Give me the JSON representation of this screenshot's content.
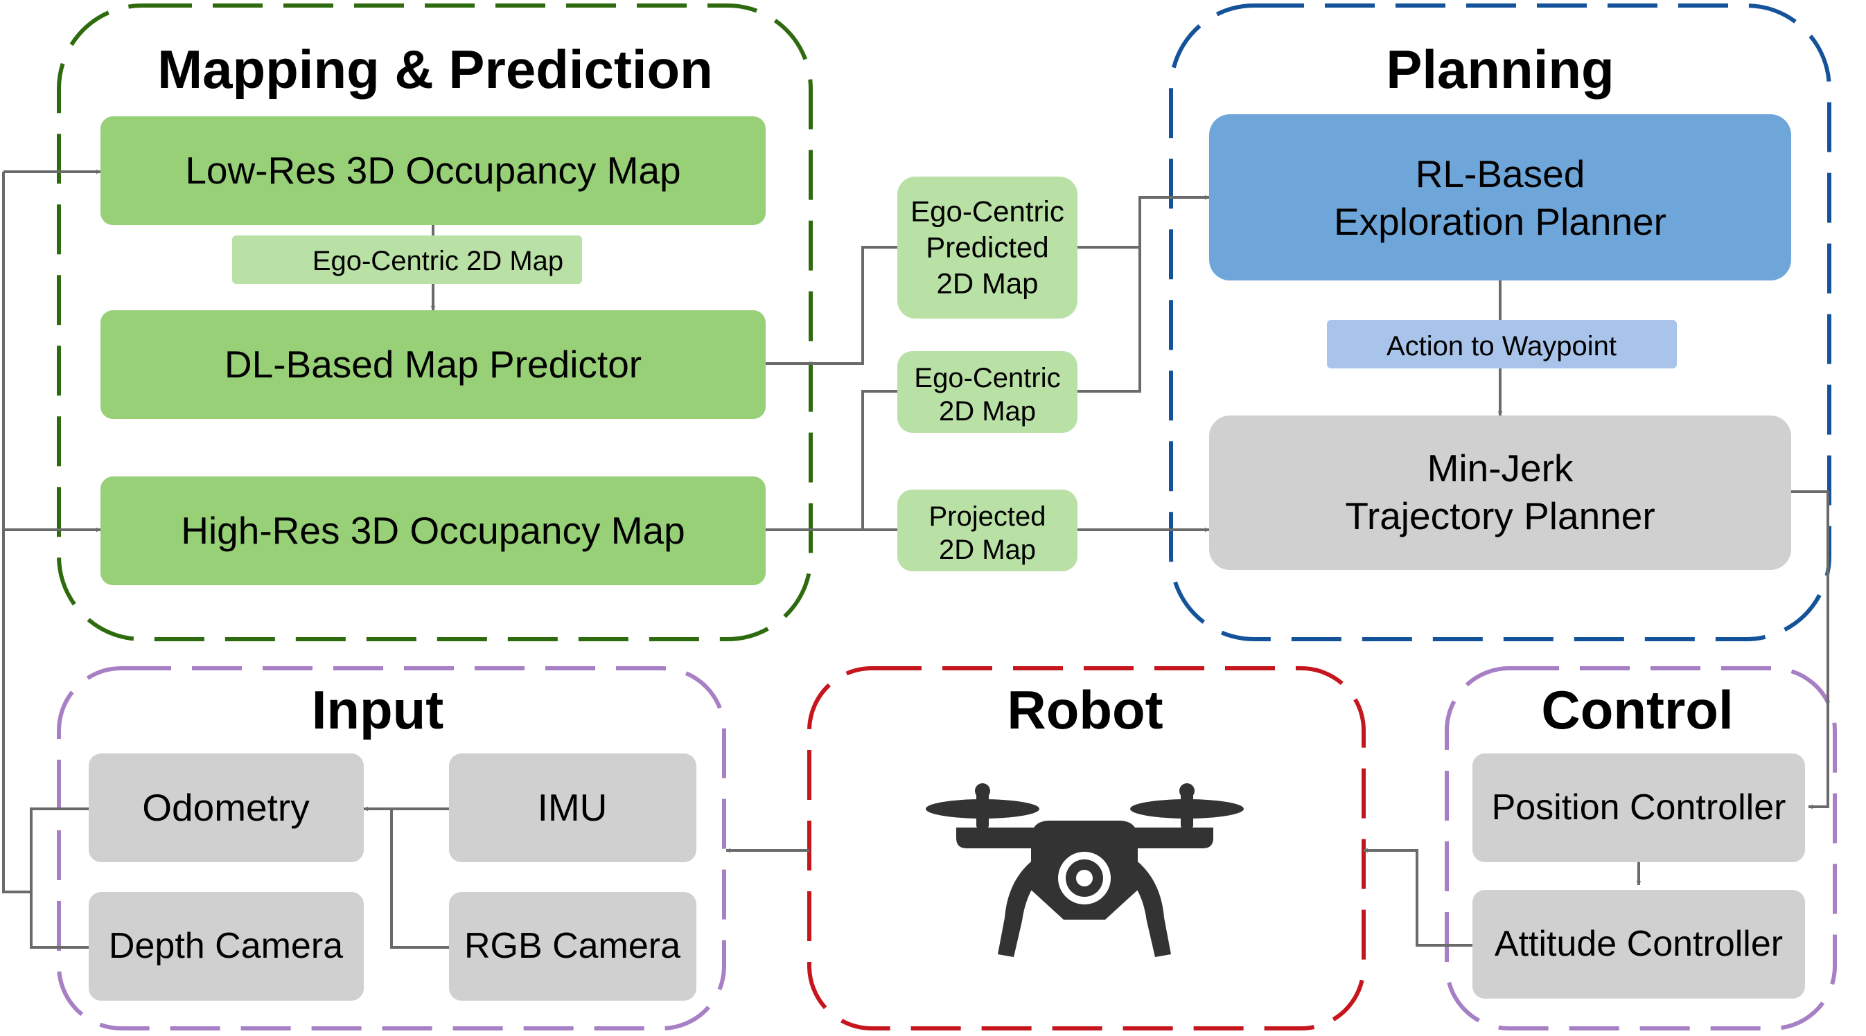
{
  "groups": {
    "mapping": {
      "title": "Mapping & Prediction",
      "color": "#2e6b0f"
    },
    "planning": {
      "title": "Planning",
      "color": "#14539a"
    },
    "input": {
      "title": "Input",
      "color": "#a77fc4"
    },
    "robot": {
      "title": "Robot",
      "color": "#c5161d"
    },
    "control": {
      "title": "Control",
      "color": "#a77fc4"
    }
  },
  "nodes": {
    "low_res_map": "Low-Res 3D Occupancy Map",
    "dl_predictor": "DL-Based Map Predictor",
    "high_res_map": "High-Res 3D Occupancy Map",
    "rl_planner_line1": "RL-Based",
    "rl_planner_line2": "Exploration Planner",
    "min_jerk_line1": "Min-Jerk",
    "min_jerk_line2": "Trajectory Planner",
    "odometry": "Odometry",
    "imu": "IMU",
    "depth_camera": "Depth Camera",
    "rgb_camera": "RGB Camera",
    "position_controller": "Position Controller",
    "attitude_controller": "Attitude Controller"
  },
  "edge_labels": {
    "ego_centric_2d_map_top": "Ego-Centric 2D Map",
    "ego_predicted_line1": "Ego-Centric",
    "ego_predicted_line2": "Predicted",
    "ego_predicted_line3": "2D Map",
    "ego_2d_line1": "Ego-Centric",
    "ego_2d_line2": "2D Map",
    "projected_line1": "Projected",
    "projected_line2": "2D Map",
    "action_to_waypoint": "Action to Waypoint"
  },
  "icons": {
    "robot": "drone-icon"
  },
  "colors": {
    "green_box": "#97d077",
    "light_green_label": "#b9e0a5",
    "blue_box": "#6fa6d9",
    "light_blue_label": "#a9c4eb",
    "gray_box": "#d0d0d0",
    "connector": "#6a6a6a",
    "drone": "#333333"
  }
}
